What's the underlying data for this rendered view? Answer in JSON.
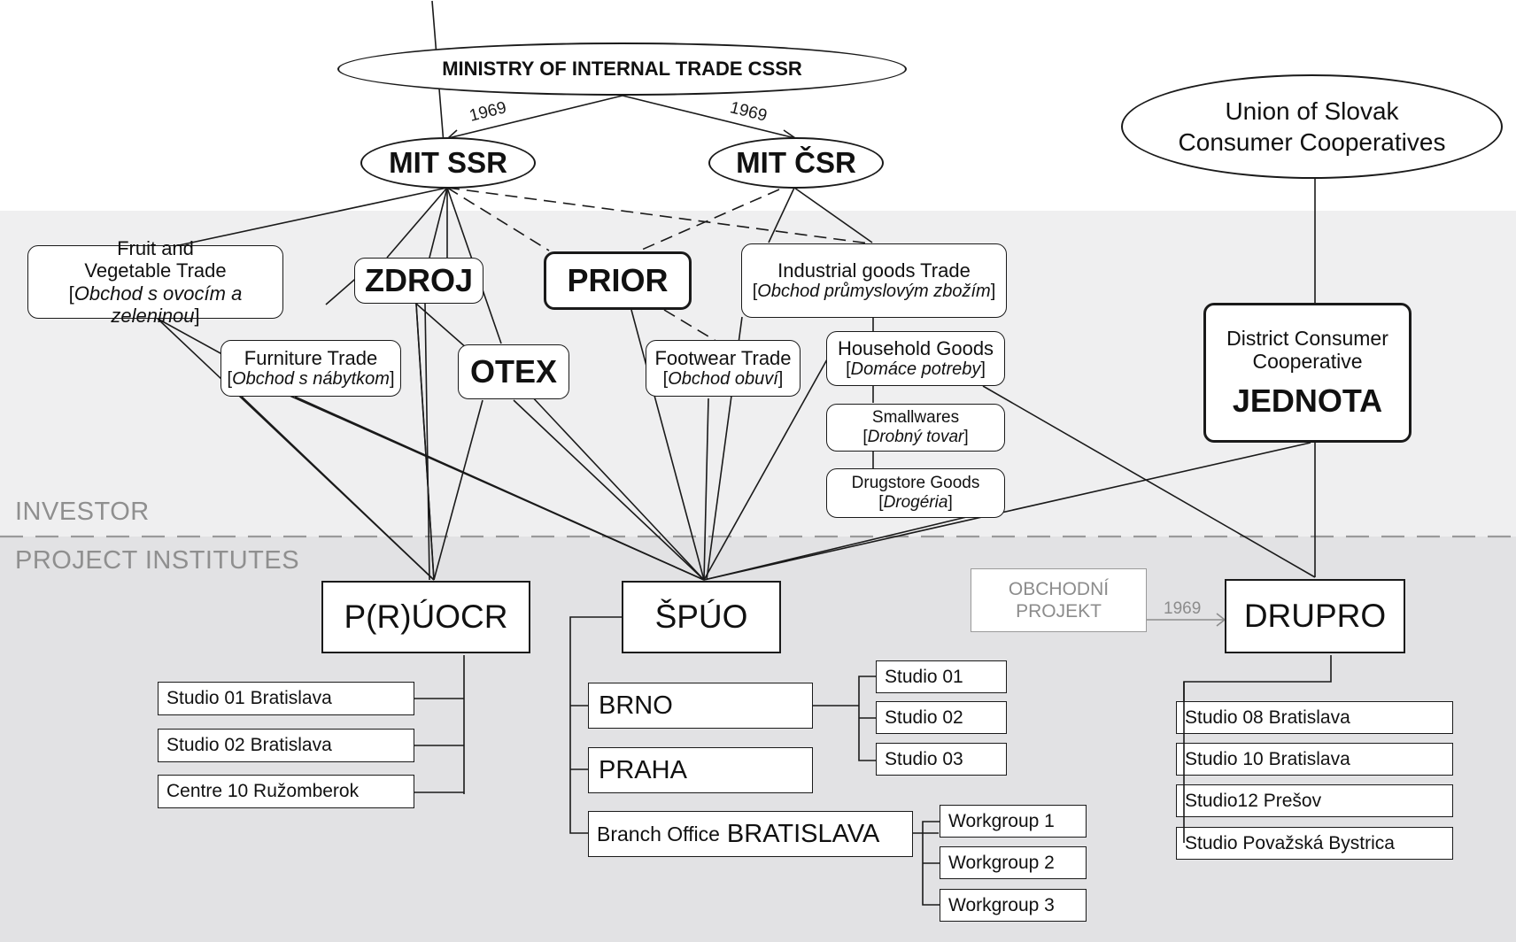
{
  "zones": {
    "investor": "INVESTOR",
    "project_institutes": "PROJECT INSTITUTES"
  },
  "colors": {
    "investor_band": "#efeff0",
    "project_band": "#e2e2e4",
    "line": "#1a1a1a",
    "muted": "#8c8c8c"
  },
  "ministry": "MINISTRY OF INTERNAL TRADE CSSR",
  "year_labels": {
    "to_mit_ssr": "1969",
    "to_mit_csr": "1969",
    "obchodni_to_drupro": "1969"
  },
  "mit_ssr": "MIT SSR",
  "mit_csr": "MIT ČSR",
  "union": {
    "line1": "Union of Slovak",
    "line2": "Consumer Cooperatives"
  },
  "investors": {
    "fruit": {
      "line1": "Fruit and",
      "line2": "Vegetable Trade",
      "local": "Obchod s ovocím a zeleninou"
    },
    "zdroj": "ZDROJ",
    "prior": "PRIOR",
    "industrial": {
      "line1": "Industrial goods Trade",
      "local": "Obchod průmyslovým zbožím"
    },
    "furniture": {
      "line1": "Furniture Trade",
      "local": "Obchod s nábytkom"
    },
    "otex": "OTEX",
    "footwear": {
      "line1": "Footwear Trade",
      "local": "Obchod obuví"
    },
    "household": {
      "line1": "Household Goods",
      "local": "Domáce potreby"
    },
    "smallwares": {
      "line1": "Smallwares",
      "local": "Drobný tovar"
    },
    "drugstore": {
      "line1": "Drugstore Goods",
      "local": "Drogéria"
    },
    "jednota": {
      "line1": "District Consumer",
      "line2": "Cooperative",
      "name": "JEDNOTA"
    }
  },
  "institutes": {
    "pruocr": {
      "name": "P(R)ÚOCR",
      "units": [
        "Studio 01 Bratislava",
        "Studio 02 Bratislava",
        "Centre 10 Ružomberok"
      ]
    },
    "spuo": {
      "name": "ŠPÚO",
      "brno": "BRNO",
      "brno_studios": [
        "Studio 01",
        "Studio 02",
        "Studio 03"
      ],
      "praha": "PRAHA",
      "branch_prefix": "Branch Office",
      "branch_name": "BRATISLAVA",
      "workgroups": [
        "Workgroup 1",
        "Workgroup 2",
        "Workgroup 3"
      ]
    },
    "obchodni": {
      "line1": "OBCHODNÍ",
      "line2": "PROJEKT"
    },
    "drupro": {
      "name": "DRUPRO",
      "units": [
        "Studio 08 Bratislava",
        "Studio 10 Bratislava",
        "Studio12 Prešov",
        "Studio Považská Bystrica"
      ]
    }
  }
}
